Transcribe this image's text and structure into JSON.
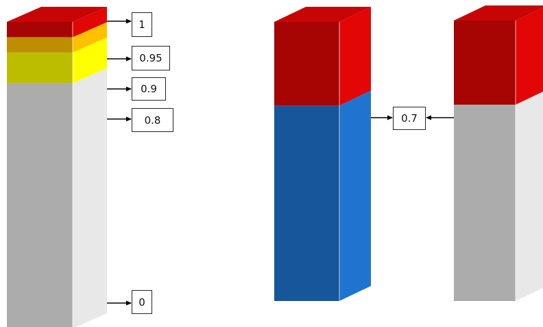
{
  "colors": {
    "red": "#e20606",
    "orange": "#ffc000",
    "yellow": "#ffff00",
    "gray": "#e8e8e8",
    "blue": "#1f74d0"
  },
  "columns": [
    {
      "segments": [
        {
          "from": 0,
          "to": 0.8,
          "color": "gray"
        },
        {
          "from": 0.8,
          "to": 0.9,
          "color": "yellow"
        },
        {
          "from": 0.9,
          "to": 0.95,
          "color": "orange"
        },
        {
          "from": 0.95,
          "to": 1,
          "color": "red"
        }
      ],
      "labels": [
        "1",
        "0.95",
        "0.9",
        "0.8",
        "0"
      ]
    },
    {
      "segments": [
        {
          "from": 0,
          "to": 0.7,
          "color": "blue"
        },
        {
          "from": 0.7,
          "to": 1,
          "color": "red"
        }
      ]
    },
    {
      "segments": [
        {
          "from": 0,
          "to": 0.7,
          "color": "gray"
        },
        {
          "from": 0.7,
          "to": 1,
          "color": "red"
        }
      ]
    }
  ],
  "shared_label": "0.7"
}
